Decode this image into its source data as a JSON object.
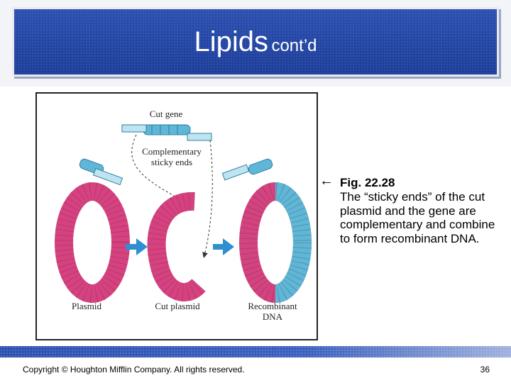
{
  "slide": {
    "title_main": "Lipids",
    "title_sub": "cont’d",
    "caption_arrow": "←",
    "caption_ref": "Fig. 22.28",
    "caption_text": "The “sticky ends” of the cut plasmid and the gene are complementary and combine to form recombinant DNA.",
    "copyright": "Copyright © Houghton Mifflin Company. All rights reserved.",
    "page_number": "36"
  },
  "figure": {
    "label_cut_gene": "Cut gene",
    "label_complementary_1": "Complementary",
    "label_complementary_2": "sticky ends",
    "label_plasmid": "Plasmid",
    "label_cut_plasmid": "Cut plasmid",
    "label_recombinant_1": "Recombinant",
    "label_recombinant_2": "DNA",
    "colors": {
      "plasmid_pink": "#d4437f",
      "gene_blue": "#5fb6d6",
      "arrow_blue": "#2f8fd0"
    }
  }
}
